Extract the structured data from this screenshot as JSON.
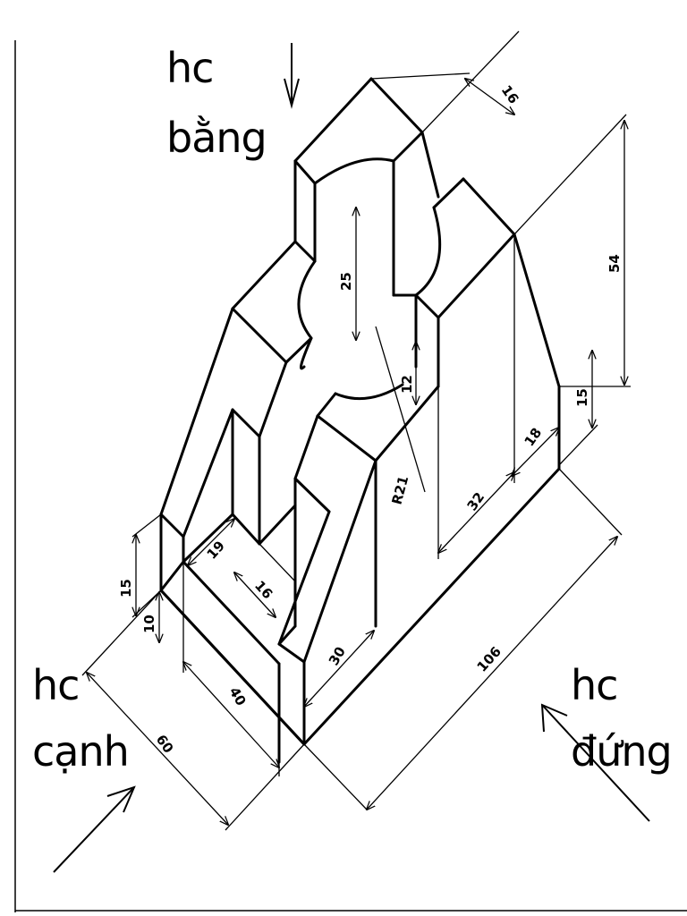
{
  "views": {
    "top": {
      "line1": "hc",
      "line2": "bằng"
    },
    "side": {
      "line1": "hc",
      "line2": "cạnh"
    },
    "front": {
      "line1": "hc",
      "line2": "đứng"
    }
  },
  "dimensions": {
    "d16_top": "16",
    "d25": "25",
    "d54": "54",
    "d15_right": "15",
    "d18": "18",
    "d12": "12",
    "r21": "R21",
    "d32": "32",
    "d19": "19",
    "d16_slot": "16",
    "d15_left": "15",
    "d10": "10",
    "d30": "30",
    "d40": "40",
    "d60": "60",
    "d106": "106"
  }
}
